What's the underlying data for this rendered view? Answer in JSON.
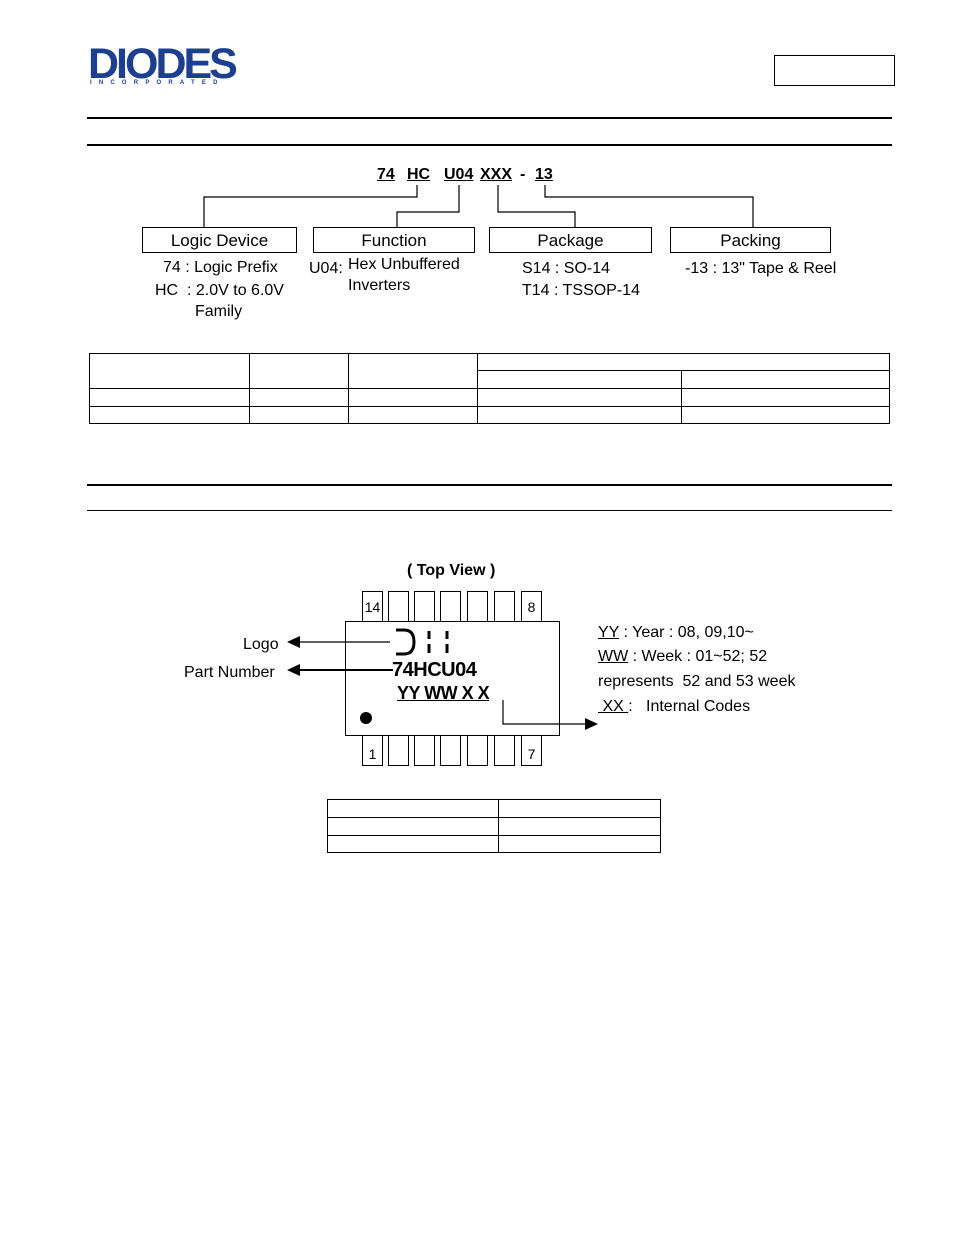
{
  "logo": {
    "brand": "DIODES",
    "tagline": "INCORPORATED"
  },
  "ordering": {
    "code": {
      "p1": "74",
      "p2": "HC",
      "p3": "U04",
      "p4": "XXX",
      "dash": "-",
      "p5": "13"
    },
    "categories": [
      {
        "title": "Logic Device",
        "lines": [
          "74 : Logic Prefix",
          "HC  : 2.0V to 6.0V",
          "Family"
        ]
      },
      {
        "title": "Function",
        "prefix": "U04:",
        "lines": [
          "Hex Unbuffered",
          "Inverters"
        ]
      },
      {
        "title": "Package",
        "lines": [
          "S14 : SO-14",
          "T14 : TSSOP-14"
        ]
      },
      {
        "title": "Packing",
        "lines": [
          "-13 : 13\" Tape & Reel"
        ]
      }
    ]
  },
  "marking": {
    "view_label": "( Top View )",
    "pins": {
      "top_left": "14",
      "top_right": "8",
      "bottom_left": "1",
      "bottom_right": "7"
    },
    "chip_part": "74HCU04",
    "chip_code": "YY WW X X",
    "left_labels": {
      "logo": "Logo",
      "part": "Part Number"
    },
    "legend": {
      "yy_key": "YY",
      "yy_text": " : Year : 08, 09,10~",
      "ww_key": "WW",
      "ww_text": " : Week : 01~52; 52",
      "ww_text2": "represents  52 and 53 week",
      "xx_key": " XX ",
      "xx_text": ":   Internal Codes"
    }
  }
}
